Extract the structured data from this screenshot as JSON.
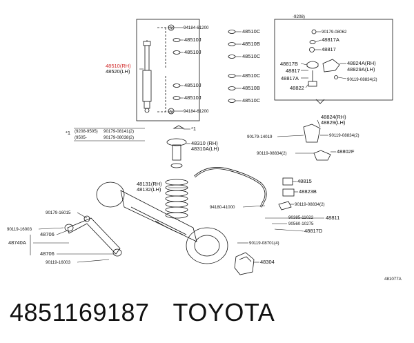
{
  "labels": {
    "shock_part_rh": "48510(RH)",
    "shock_part_lh": "48520(LH)",
    "bolt_top": "94184-61200",
    "bolt_bottom": "94184-61200",
    "r_48510c_1": "48510C",
    "r_48510b_1": "48510B",
    "r_48510c_2": "48510C",
    "r_48510c_3": "48510C",
    "r_48510b_2": "48510B",
    "r_48510c_4": "48510C",
    "m_48510j_1": "48510J",
    "m_48510j_2": "48510J",
    "m_48510j_3": "48510J",
    "m_48510j_4": "48510J",
    "box_date": "-9208)",
    "box_90179_08062": "90179-08062",
    "box_48817a_top": "48817A",
    "box_48817": "48817",
    "box_48817b": "48817B",
    "box_48817_left": "48817",
    "box_48817a_left": "48817A",
    "box_48822": "48822",
    "box_48824a": "48824A(RH)",
    "box_48829a": "48829A(LH)",
    "box_90119_08834": "90119-08834(2)",
    "bump_star": "*1",
    "bump_48310": "48310 (RH)",
    "bump_48310a": "48310A(LH)",
    "note_star": "*1",
    "note_line1": "(9208-9505)",
    "note_line1_part": "90179-08141(2)",
    "note_line2": "(9505-",
    "note_line2_part": "90179-08038(2)",
    "spring_48131": "48131(RH)",
    "spring_48132": "48132(LH)",
    "bracket_48824": "48824(RH)",
    "bracket_48829": "48829(LH)",
    "p_90179_14019": "90179-14019",
    "p_90119_08834_2": "90119-08834(2)",
    "p_90119_08834_3": "90119-08834(2)",
    "p_48802f": "48802F",
    "p_48815": "48815",
    "p_48823b": "48823B",
    "p_94180_41000": "94180-41000",
    "p_90119_08834_4": "90119-08834(2)",
    "p_90385_11022": "90385-11022",
    "p_48811": "48811",
    "p_90560_10275": "90560-10275",
    "p_48817d": "48817D",
    "p_90119_08701": "90119-08701(4)",
    "p_48304": "48304",
    "arm_90179_16015": "90179-16015",
    "arm_90119_16003_top": "90119-16003",
    "arm_48706_top": "48706",
    "arm_48740a": "48740A",
    "arm_48706_bottom": "48706",
    "arm_90119_16003_bottom": "90119-16003",
    "ref_code": "481077A"
  },
  "caption": {
    "part_number": "4851169187",
    "brand": "TOYOTA"
  }
}
